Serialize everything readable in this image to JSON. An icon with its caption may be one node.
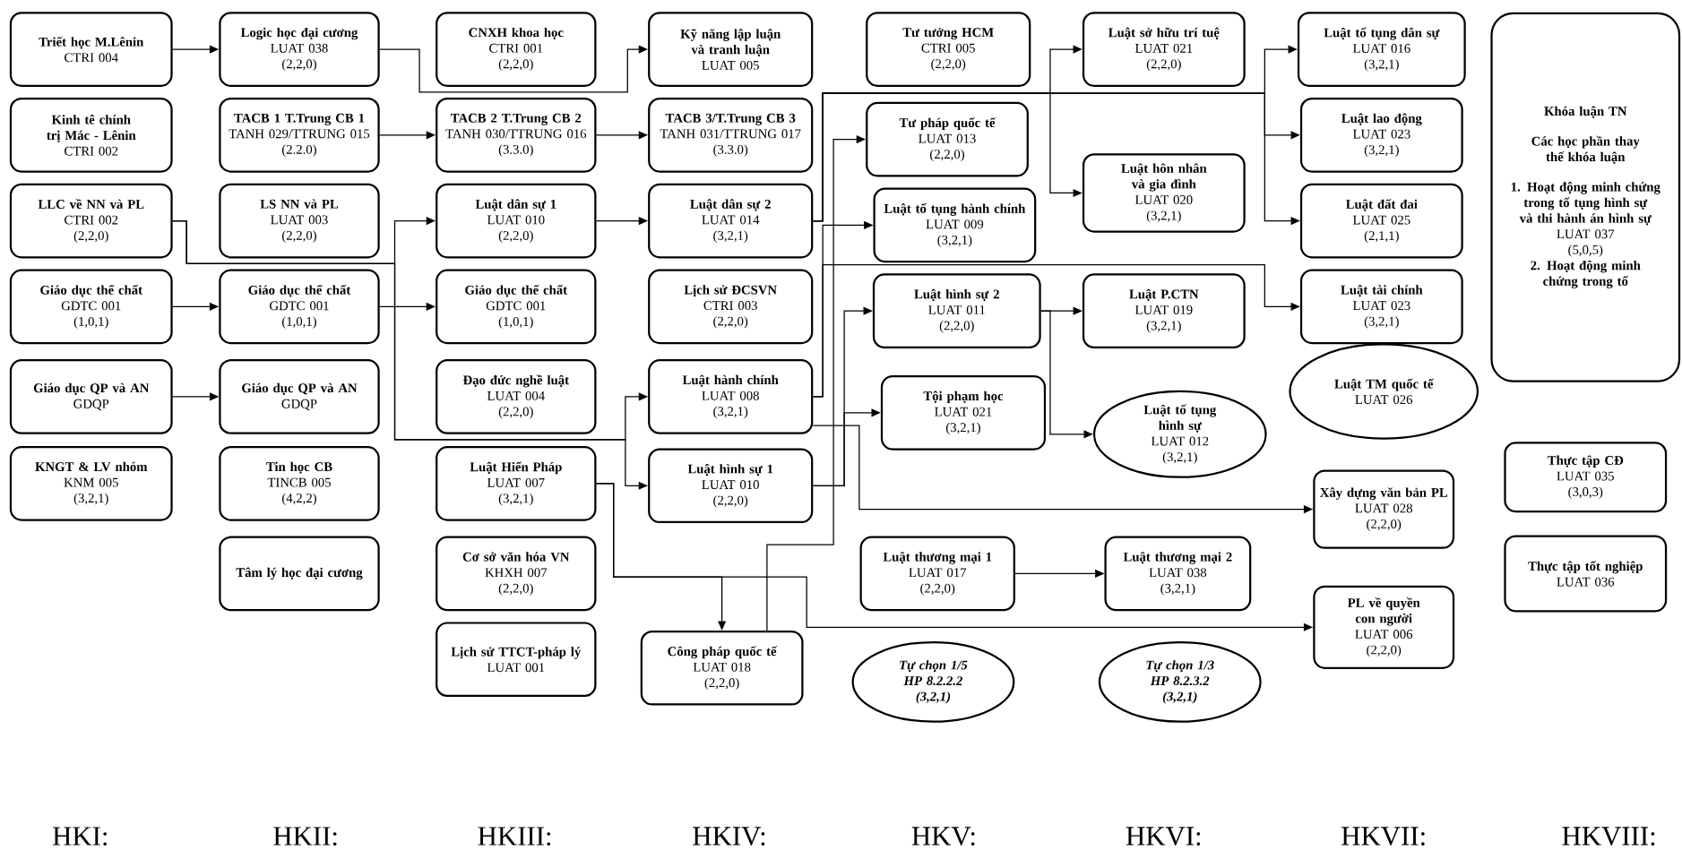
{
  "diagram": {
    "nodes": [
      {
        "text": [
          "Triết học M.Lênin",
          "CTRI 004"
        ]
      },
      {
        "text": [
          "Kinh tê chính trị Mác - Lênin",
          "CTRI 002"
        ]
      },
      {
        "text": [
          "LLC về NN và PL",
          "CTRI 002",
          "(2,2,0)"
        ]
      },
      {
        "text": [
          "Giáo dục thể chất",
          "GDTC 001",
          "(1,0,1)"
        ]
      },
      {
        "text": [
          "Giáo dục QP và AN",
          "GDQP"
        ]
      },
      {
        "text": [
          "KNGT & LV nhóm",
          "KNM 005",
          "(3,2,1)"
        ]
      },
      {
        "text": [
          "Logic học đại cương",
          "LUAT 038",
          "(2,2,0)"
        ]
      },
      {
        "text": [
          "TACB 1 T.Trung CB 1",
          "TANH 029/TTRUNG 015",
          "(2.2.0)"
        ]
      },
      {
        "text": [
          "LS NN và PL",
          "LUAT 003",
          "(2,2,0)"
        ]
      },
      {
        "text": [
          "Giáo dục thể chất",
          "GDTC 001",
          "(1,0,1)"
        ]
      },
      {
        "text": [
          "Giáo dục QP và AN",
          "GDQP"
        ]
      },
      {
        "text": [
          "Tin học CB",
          "TINCB 005",
          "(4,2,2)"
        ]
      },
      {
        "text": [
          "Tâm lý học đại cương"
        ]
      },
      {
        "text": [
          "CNXH khoa học",
          "CTRI 001",
          "(2,2,0)"
        ]
      },
      {
        "text": [
          "TACB 2 T.Trung CB 2",
          "TANH 030/TTRUNG 016",
          "(3.3.0)"
        ]
      },
      {
        "text": [
          "Luật dân sự 1",
          "LUAT 010",
          "(2,2,0)"
        ]
      },
      {
        "text": [
          "Giáo dục thể chất",
          "GDTC 001",
          "(1,0,1)"
        ]
      },
      {
        "text": [
          "Đạo đức nghề luật",
          "LUAT 004",
          "(2,2,0)"
        ]
      },
      {
        "text": [
          "Luật Hiến Pháp",
          "LUAT 007",
          "(3,2,1)"
        ]
      },
      {
        "text": [
          "Cơ sở văn hóa VN",
          "KHXH 007",
          "(2,2,0)"
        ]
      },
      {
        "text": [
          "Lịch sử TTCT-pháp lý",
          "LUAT 001"
        ]
      },
      {
        "text": [
          "Kỹ năng lập luận và tranh luận",
          "LUAT 005"
        ]
      },
      {
        "text": [
          "TACB 3/T.Trung CB 3",
          "TANH 031/TTRUNG 017",
          "(3.3.0)"
        ]
      },
      {
        "text": [
          "Luật dân sự 2",
          "LUAT 014",
          "(3,2,1)"
        ]
      },
      {
        "text": [
          "Lịch sử ĐCSVN",
          "CTRI 003",
          "(2,2,0)"
        ]
      },
      {
        "text": [
          "Luật hành chính",
          "LUAT 008",
          "(3,2,1)"
        ]
      },
      {
        "text": [
          "Luật hình sự 1",
          "LUAT 010",
          "(2,2,0)"
        ]
      },
      {
        "text": [
          "Công pháp quốc tế",
          "LUAT 018",
          "(2,2,0)"
        ]
      },
      {
        "text": [
          "Tư tưởng HCM",
          "CTRI 005",
          "(2,2,0)"
        ]
      },
      {
        "text": [
          "Tư pháp quốc tế",
          "LUAT 013",
          "(2,2,0)"
        ]
      },
      {
        "text": [
          "Luật tố tụng hành chính",
          "LUAT 009",
          "(3,2,1)"
        ]
      },
      {
        "text": [
          "Luật hình sự 2",
          "LUAT 011",
          "(2,2,0)"
        ]
      },
      {
        "text": [
          "Tội phạm học",
          "LUAT 021",
          "(3,2,1)"
        ]
      },
      {
        "text": [
          "Luật thương mại 1",
          "LUAT 017",
          "(2,2,0)"
        ]
      },
      {
        "text": [
          "Tự chọn 1/5 HP 8.2.2.2",
          "(3,2,1)"
        ]
      },
      {
        "text": [
          "Luật sở hữu trí tuệ",
          "LUAT 021",
          "(2,2,0)"
        ]
      },
      {
        "text": [
          "Luật hôn nhân và gia đình",
          "LUAT 020",
          "(3,2,1)"
        ]
      },
      {
        "text": [
          "Luật P.CTN",
          "LUAT 019",
          "(3,2,1)"
        ]
      },
      {
        "text": [
          "Luật tố tụng hình sự",
          "LUAT 012",
          "(3,2,1)"
        ]
      },
      {
        "text": [
          "Luật thương mại 2",
          "LUAT 038",
          "(3,2,1)"
        ]
      },
      {
        "text": [
          "Tự chọn 1/3 HP 8.2.3.2",
          "(3,2,1)"
        ]
      },
      {
        "text": [
          "Luật tố tụng dân sự",
          "LUAT 016",
          "(3,2,1)"
        ]
      },
      {
        "text": [
          "Luật lao động",
          "LUAT 023",
          "(3,2,1)"
        ]
      },
      {
        "text": [
          "Luật đất đai",
          "LUAT 025",
          "(2,1,1)"
        ]
      },
      {
        "text": [
          "Luật tài chính",
          "LUAT 023",
          "(3,2,1)"
        ]
      },
      {
        "text": [
          "Luật TM quốc tế",
          "LUAT 026"
        ]
      },
      {
        "text": [
          "Xây dựng văn bản PL",
          "LUAT 028",
          "(2,2,0)"
        ]
      },
      {
        "text": [
          "PL về quyền con người",
          "LUAT 006",
          "(2,2,0)"
        ]
      },
      {
        "text": [
          "Khóa luận TN",
          "Các học phần thay thế khóa luận",
          "1. Hoạt động minh chứng trong tố tụng hình sự và thi hành án hình sự",
          "LUAT 037",
          "(5,0,5)",
          "2. Hoạt động minh chứng trong tố"
        ]
      },
      {
        "text": [
          "Thực tập CĐ",
          "LUAT 035",
          "(3,0,3)"
        ]
      },
      {
        "text": [
          "Thực tập tốt nghiệp",
          "LUAT 036"
        ]
      }
    ],
    "edges": [
      {
        "from": 0,
        "to": 6,
        "arrow": "to"
      },
      {
        "from": 6,
        "to": 21,
        "arrow": "to"
      },
      {
        "from": 7,
        "to": 14,
        "arrow": "to"
      },
      {
        "from": 14,
        "to": 22,
        "arrow": "to"
      },
      {
        "from": 2,
        "to": 15,
        "arrow": "to"
      },
      {
        "from": 2,
        "to": 25,
        "arrow": "to"
      },
      {
        "from": 2,
        "to": 26,
        "arrow": "to"
      },
      {
        "from": 3,
        "to": 9,
        "arrow": "to"
      },
      {
        "from": 9,
        "to": 16,
        "arrow": "to"
      },
      {
        "from": 4,
        "to": 10,
        "arrow": "to"
      },
      {
        "from": 15,
        "to": 23,
        "arrow": "to"
      },
      {
        "from": 23,
        "to": 35,
        "arrow": "to"
      },
      {
        "from": 23,
        "to": 36,
        "arrow": "to"
      },
      {
        "from": 23,
        "to": 41,
        "arrow": "to"
      },
      {
        "from": 23,
        "to": 42,
        "arrow": "to"
      },
      {
        "from": 23,
        "to": 43,
        "arrow": "to"
      },
      {
        "from": 25,
        "to": 30,
        "arrow": "to"
      },
      {
        "from": 25,
        "to": 44,
        "arrow": "to"
      },
      {
        "from": 27,
        "to": 29,
        "arrow": "to"
      },
      {
        "from": 26,
        "to": 31,
        "arrow": "to"
      },
      {
        "from": 26,
        "to": 32,
        "arrow": "to"
      },
      {
        "from": 31,
        "to": 37,
        "arrow": "to"
      },
      {
        "from": 31,
        "to": 38,
        "arrow": "to"
      },
      {
        "from": 25,
        "to": 46,
        "arrow": "to"
      },
      {
        "from": 18,
        "to": 27,
        "arrow": "to"
      },
      {
        "from": 18,
        "to": 47,
        "arrow": "to"
      },
      {
        "from": 33,
        "to": 39,
        "arrow": "to"
      }
    ],
    "labels": [
      "HKI:",
      "HKII:",
      "HKIII:",
      "HKIV:",
      "HKV:",
      "HKVI:",
      "HKVII:",
      "HKVIII:"
    ]
  }
}
